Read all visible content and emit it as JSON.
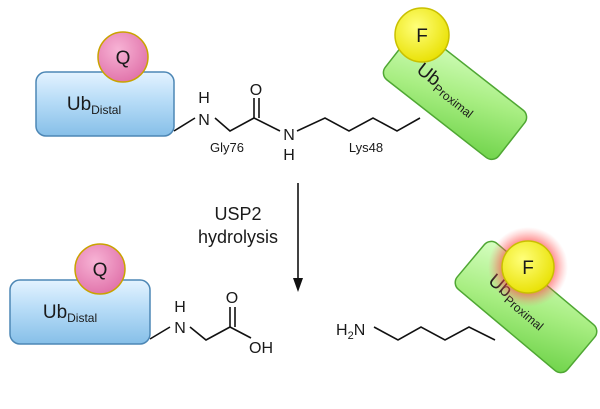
{
  "top": {
    "distal": {
      "label": "Ub",
      "sub": "Distal",
      "badge": "Q"
    },
    "proximal": {
      "label": "Ub",
      "sub": "Proximal",
      "badge": "F"
    },
    "atoms": {
      "nh_h": "H",
      "nh_n": "N",
      "amide_o": "O",
      "amide_n": "N",
      "amide_h": "H"
    },
    "residues": {
      "gly": "Gly76",
      "lys": "Lys48"
    }
  },
  "reaction": {
    "enzyme": "USP2",
    "process": "hydrolysis"
  },
  "bottom": {
    "distal": {
      "label": "Ub",
      "sub": "Distal",
      "badge": "Q"
    },
    "proximal": {
      "label": "Ub",
      "sub": "Proximal",
      "badge": "F"
    },
    "atoms": {
      "nh_h": "H",
      "nh_n": "N",
      "acid_o": "O",
      "acid_oh": "OH",
      "amine_h2": "H",
      "amine_sub2": "2",
      "amine_n": "N"
    }
  },
  "colors": {
    "ub_distal_fill": "#a8d4f4",
    "ub_proximal_fill": "#9fe878",
    "quencher": "#ee82b8",
    "fluorophore": "#f4f20a",
    "glow": "#ff4a4a"
  }
}
